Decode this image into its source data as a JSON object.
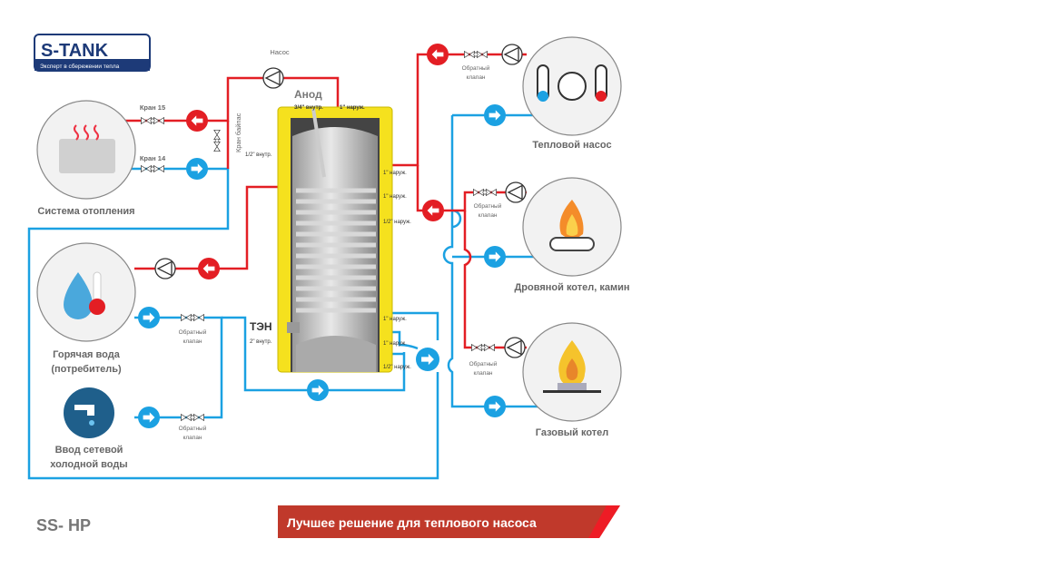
{
  "logo": {
    "brand": "S-TANK",
    "tagline": "Эксперт в сбережении тепла"
  },
  "model": "SS- HP",
  "banner": "Лучшее решение для теплового насоса",
  "colors": {
    "hot": "#e31e24",
    "cold": "#1ba1e2",
    "tank_yellow": "#f5e11e",
    "banner": "#c0392b",
    "text": "#666666"
  },
  "labels": {
    "pump_top": "Насос",
    "anode": "Анод",
    "anode_port": "3/4\" внутр.",
    "top_port": "1\" наруж.",
    "left_port": "1/2\" внутр.",
    "bypass": "Кран байпас",
    "valve15": "Кран 15",
    "valve14": "Кран 14",
    "ten": "ТЭН",
    "ten_port": "2\" внутр.",
    "right_ports": [
      "1\" наруж.",
      "1\" наруж.",
      "1/2\" наруж.",
      "1\" наруж.",
      "1\" наруж.",
      "1/2\" наруж."
    ],
    "check_valve": [
      "Обратный",
      "клапан"
    ]
  },
  "nodes": {
    "heating": "Система отопления",
    "hot_water": [
      "Горячая вода",
      "(потребитель)"
    ],
    "cold_water": [
      "Ввод  сетевой",
      "холодной воды"
    ],
    "heat_pump": "Тепловой насос",
    "wood_boiler": "Дровяной котел, камин",
    "gas_boiler": "Газовый котел"
  }
}
